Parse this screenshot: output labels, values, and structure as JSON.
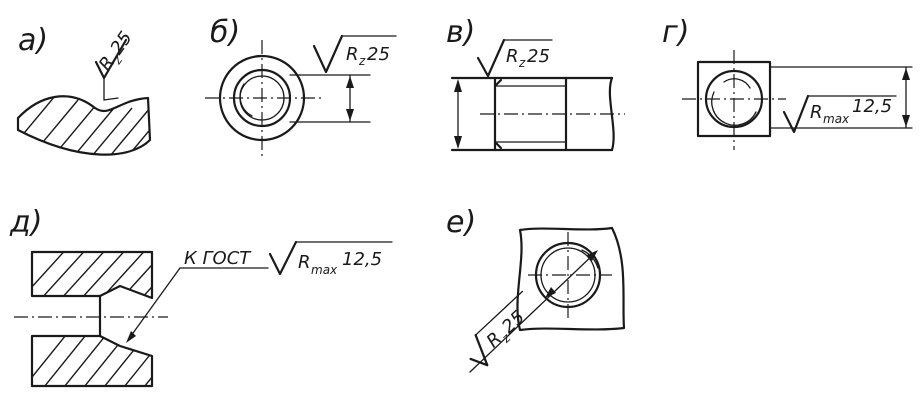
{
  "panels": {
    "a": {
      "label": "а)",
      "symbol_letter": "R",
      "symbol_sub": "z",
      "symbol_value": "25"
    },
    "b": {
      "label": "б)",
      "symbol_letter": "R",
      "symbol_sub": "z",
      "symbol_value": "25"
    },
    "v": {
      "label": "в)",
      "symbol_letter": "R",
      "symbol_sub": "z",
      "symbol_value": "25"
    },
    "g": {
      "label": "г)",
      "symbol_letter": "R",
      "symbol_sub": "max",
      "symbol_value": "12,5"
    },
    "d": {
      "label": "д)",
      "note": "К ГОСТ",
      "symbol_letter": "R",
      "symbol_sub": "max",
      "symbol_value": "12,5"
    },
    "e": {
      "label": "е)",
      "symbol_letter": "R",
      "symbol_sub": "z",
      "symbol_value": "25"
    }
  },
  "colors": {
    "ink": "#1a1a1a",
    "background": "#ffffff"
  }
}
